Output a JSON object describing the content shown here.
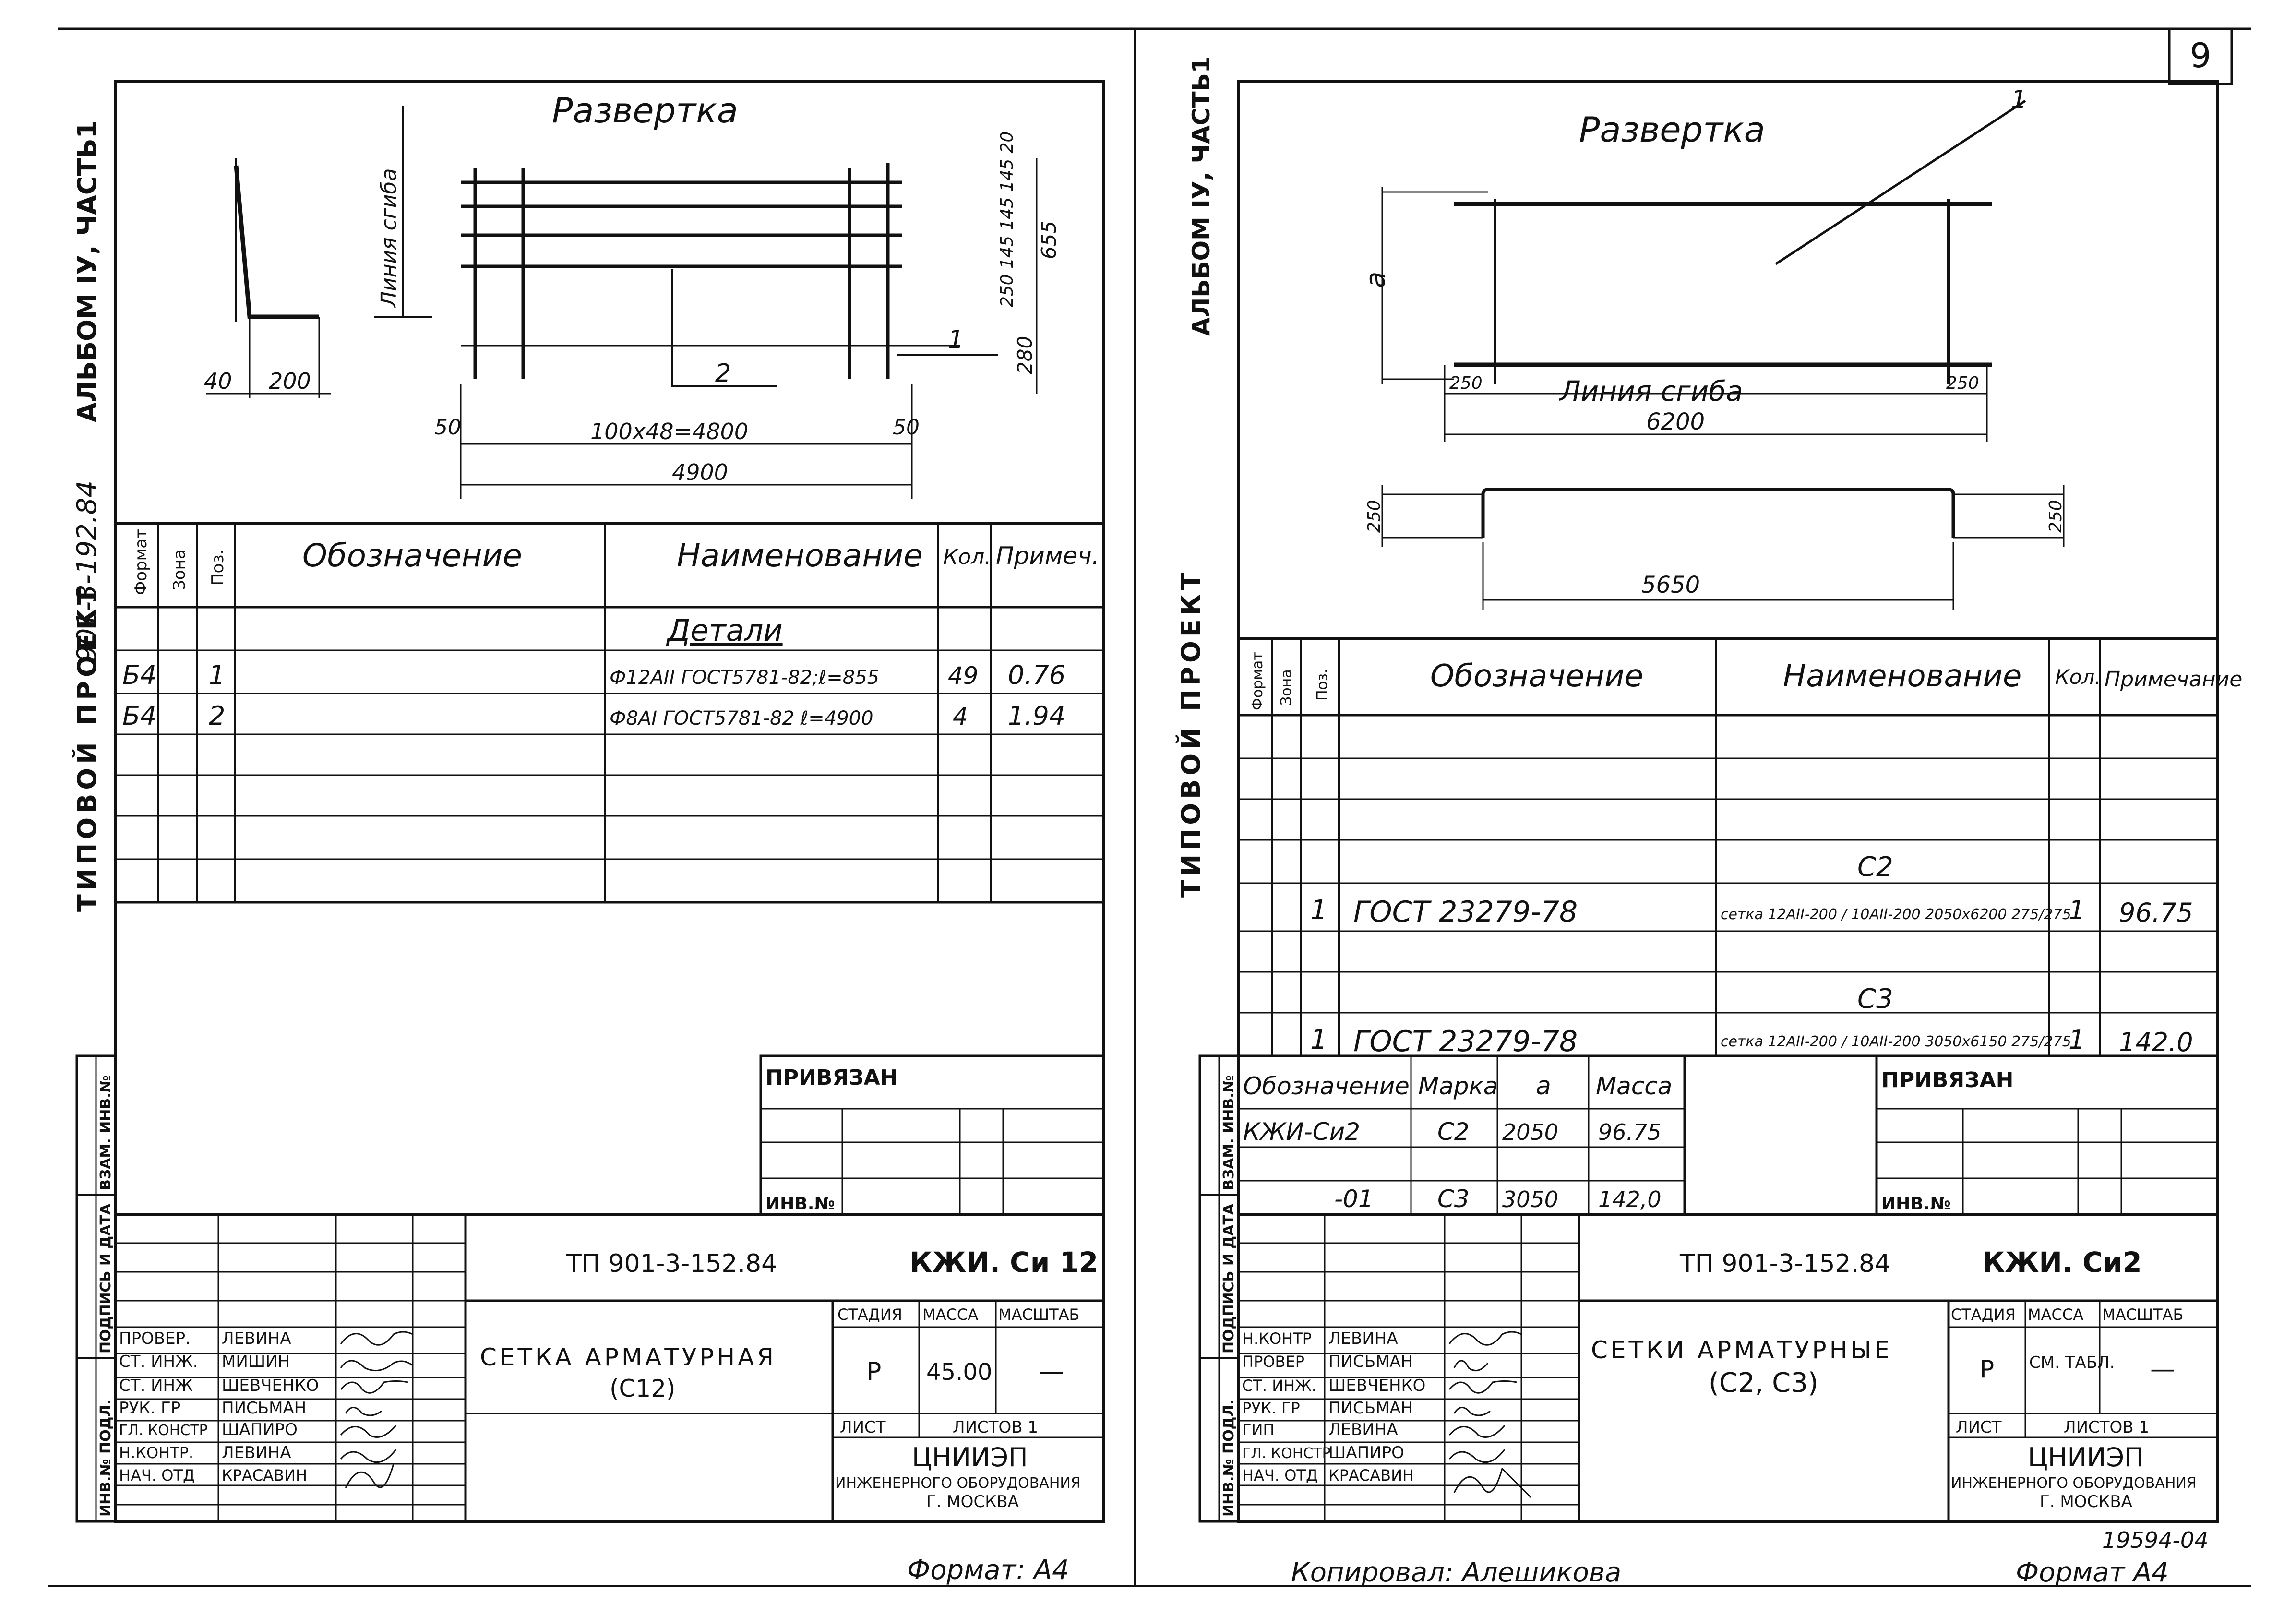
{
  "page_number": "9",
  "left_sheet": {
    "side_stamp": {
      "album": "АЛЬБОМ IУ, ЧАСТЬ1",
      "project_code": "901-3-192.84",
      "project_type": "ТИПОВОЙ ПРОЕКТ"
    },
    "drawing": {
      "title": "Развертка",
      "bend_line_label": "Линия сгиба",
      "dim_40": "40",
      "dim_200": "200",
      "dim_50_left": "50",
      "dim_50_right": "50",
      "dim_pitch": "100х48=4800",
      "dim_total": "4900",
      "dim_655": "655",
      "dim_250_145": "250 145 145 145 20",
      "dim_280": "280",
      "callout_1": "1",
      "callout_2": "2"
    },
    "spec_table": {
      "headers": {
        "format": "Формат",
        "zone": "Зона",
        "pos": "Поз.",
        "designation": "Обозначение",
        "name": "Наименование",
        "qty": "Кол.",
        "note": "Примеч."
      },
      "section": "Детали",
      "rows": [
        {
          "format": "Б4",
          "pos": "1",
          "name": "Ф12АII ГОСТ5781-82;ℓ=855",
          "qty": "49",
          "note": "0.76"
        },
        {
          "format": "Б4",
          "pos": "2",
          "name": "Ф8АI ГОСТ5781-82 ℓ=4900",
          "qty": "4",
          "note": "1.94"
        }
      ]
    },
    "vert_stamp": {
      "inv_orig": "ИНВ.№ ПОДЛ.",
      "sign_date": "ПОДПИСЬ И ДАТА",
      "inv_zam": "ВЗАМ. ИНВ.№"
    },
    "bound_block": {
      "title": "ПРИВЯЗАН",
      "inv": "ИНВ.№"
    },
    "title_block": {
      "doc_code": "ТП 901-3-152.84",
      "mark": "КЖИ. Си 12",
      "product": "СЕТКА АРМАТУРНАЯ",
      "product2": "(С12)",
      "stage_label": "СТАДИЯ",
      "mass_label": "МАССА",
      "scale_label": "МАСШТАБ",
      "stage": "Р",
      "mass": "45.00",
      "scale": "—",
      "sheet_label": "ЛИСТ",
      "sheets_label": "ЛИСТОВ 1",
      "org": "ЦНИИЭП",
      "org2": "ИНЖЕНЕРНОГО ОБОРУДОВАНИЯ",
      "org3": "Г. МОСКВА",
      "staff": [
        {
          "role": "ПРОВЕР.",
          "name": "ЛЕВИНА"
        },
        {
          "role": "СТ. ИНЖ.",
          "name": "МИШИН"
        },
        {
          "role": "СТ. ИНЖ",
          "name": "ШЕВЧЕНКО"
        },
        {
          "role": "РУК. ГР",
          "name": "ПИСЬМАН"
        },
        {
          "role": "ГЛ. КОНСТР",
          "name": "ШАПИРО"
        },
        {
          "role": "Н.КОНТР.",
          "name": "ЛЕВИНА"
        },
        {
          "role": "НАЧ. ОТД",
          "name": "КРАСАВИН"
        }
      ]
    },
    "format_note": "Формат: А4"
  },
  "right_sheet": {
    "side_stamp": {
      "album": "АЛЬБОМ IУ, ЧАСТЬ1",
      "project_type": "ТИПОВОЙ ПРОЕКТ"
    },
    "drawing": {
      "title": "Развертка",
      "callout_1": "1",
      "dim_a": "a",
      "dim_250_left": "250",
      "dim_250_right": "250",
      "bend_line_label": "Линия сгиба",
      "dim_6200": "6200",
      "dim_250_b1": "250",
      "dim_250_b2": "250",
      "dim_5650": "5650"
    },
    "spec_table": {
      "headers": {
        "format": "Формат",
        "zone": "Зона",
        "pos": "Поз.",
        "designation": "Обозначение",
        "name": "Наименование",
        "qty": "Кол.",
        "note": "Примечание"
      },
      "groups": [
        {
          "section": "С2",
          "pos": "1",
          "designation": "ГОСТ 23279-78",
          "name": "сетка 12АII-200 / 10АII-200 2050х6200 275/275",
          "qty": "1",
          "note": "96.75"
        },
        {
          "section": "С3",
          "pos": "1",
          "designation": "ГОСТ 23279-78",
          "name": "сетка 12АII-200 / 10АII-200 3050х6150 275/275",
          "qty": "1",
          "note": "142.0"
        }
      ]
    },
    "mass_table": {
      "headers": {
        "designation": "Обозначение",
        "mark": "Марка",
        "a": "a",
        "mass": "Масса"
      },
      "rows": [
        {
          "designation": "КЖИ-Си2",
          "mark": "С2",
          "a": "2050",
          "mass": "96.75"
        },
        {
          "designation": "-01",
          "mark": "С3",
          "a": "3050",
          "mass": "142,0"
        }
      ]
    },
    "vert_stamp": {
      "inv_orig": "ИНВ.№ ПОДЛ.",
      "sign_date": "ПОДПИСЬ И ДАТА",
      "inv_zam": "ВЗАМ. ИНВ.№"
    },
    "bound_block": {
      "title": "ПРИВЯЗАН",
      "inv": "ИНВ.№"
    },
    "title_block": {
      "doc_code": "ТП 901-3-152.84",
      "mark": "КЖИ. Си2",
      "product": "СЕТКИ АРМАТУРНЫЕ",
      "product2": "(С2, С3)",
      "stage_label": "СТАДИЯ",
      "mass_label": "МАССА",
      "scale_label": "МАСШТАБ",
      "stage": "Р",
      "mass": "СМ. ТАБЛ.",
      "scale": "—",
      "sheet_label": "ЛИСТ",
      "sheets_label": "ЛИСТОВ 1",
      "org": "ЦНИИЭП",
      "org2": "ИНЖЕНЕРНОГО ОБОРУДОВАНИЯ",
      "org3": "Г. МОСКВА",
      "staff": [
        {
          "role": "Н.КОНТР",
          "name": "ЛЕВИНА"
        },
        {
          "role": "ПРОВЕР",
          "name": "ПИСЬМАН"
        },
        {
          "role": "СТ. ИНЖ.",
          "name": "ШЕВЧЕНКО"
        },
        {
          "role": "РУК. ГР",
          "name": "ПИСЬМАН"
        },
        {
          "role": "ГИП",
          "name": "ЛЕВИНА"
        },
        {
          "role": "ГЛ. КОНСТР",
          "name": "ШАПИРО"
        },
        {
          "role": "НАЧ. ОТД",
          "name": "КРАСАВИН"
        }
      ]
    },
    "archive_no": "19594-04",
    "copied_by": "Копировал: Алешикова",
    "format_note": "Формат А4"
  }
}
